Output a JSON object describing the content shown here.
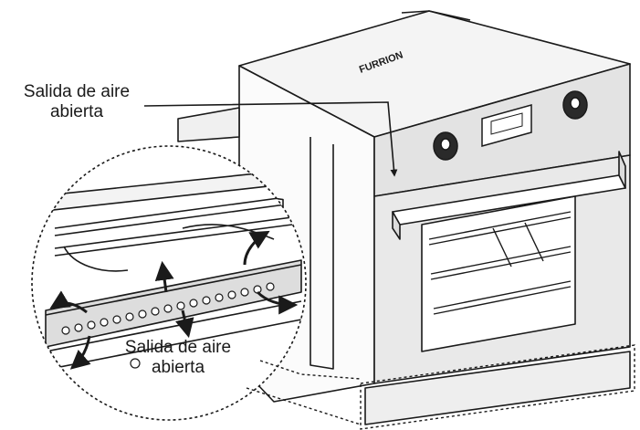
{
  "labels": {
    "top_line1": "Salida de aire",
    "top_line2": "abierta",
    "inset_line1": "Salida de aire",
    "inset_line2": "abierta"
  },
  "brand": "FURRION",
  "colors": {
    "stroke": "#1a1a1a",
    "panel_fill": "#e3e3e3",
    "body_fill": "#f6f6f6",
    "glass_fill": "#ffffff"
  }
}
